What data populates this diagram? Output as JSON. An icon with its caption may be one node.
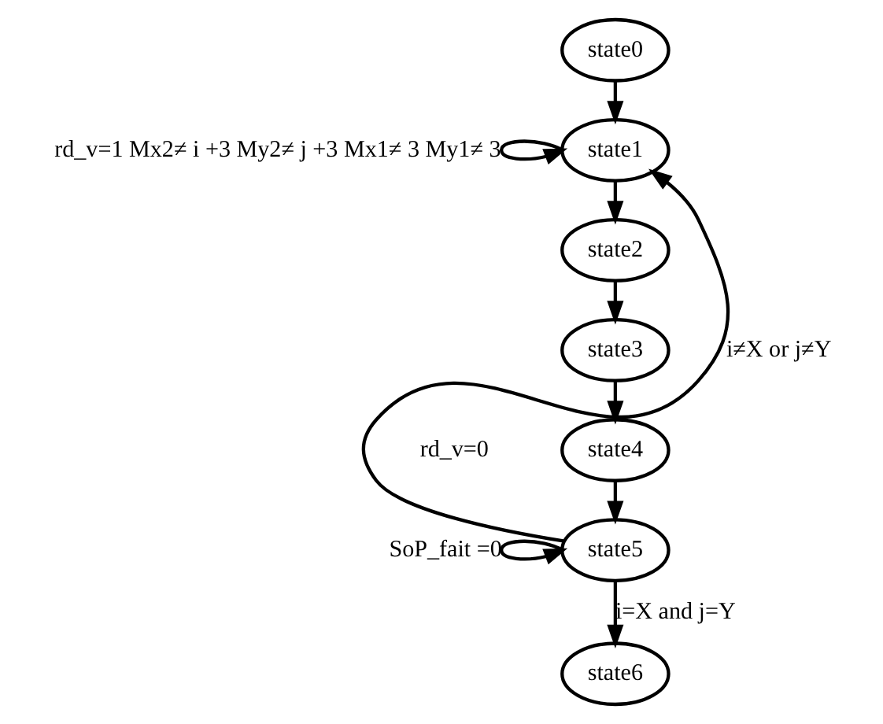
{
  "diagram": {
    "nodes": [
      {
        "text": [
          "state0"
        ]
      },
      {
        "text": [
          "state1"
        ]
      },
      {
        "text": [
          "state2"
        ]
      },
      {
        "text": [
          "state3"
        ]
      },
      {
        "text": [
          "state4"
        ],
        "beside": [
          "rd_v=0"
        ]
      },
      {
        "text": [
          "state5"
        ]
      },
      {
        "text": [
          "state6"
        ]
      }
    ],
    "edges": [
      {
        "from": 0,
        "to": 1,
        "arrow": "to"
      },
      {
        "from": 1,
        "to": 1,
        "arrow": "to",
        "label": "rd_v=1 Mx2≠ i +3 My2≠ j +3 Mx1≠ 3 My1≠ 3"
      },
      {
        "from": 1,
        "to": 2,
        "arrow": "to"
      },
      {
        "from": 2,
        "to": 3,
        "arrow": "to"
      },
      {
        "from": 3,
        "to": 4,
        "arrow": "to"
      },
      {
        "from": 4,
        "to": 5,
        "arrow": "to"
      },
      {
        "from": 5,
        "to": 5,
        "arrow": "to",
        "label": "SoP_fait =0"
      },
      {
        "from": 5,
        "to": 6,
        "arrow": "to",
        "label": "i=X and j=Y"
      },
      {
        "from": 5,
        "to": 1,
        "arrow": "to",
        "label": "i≠X or j≠Y"
      }
    ]
  }
}
